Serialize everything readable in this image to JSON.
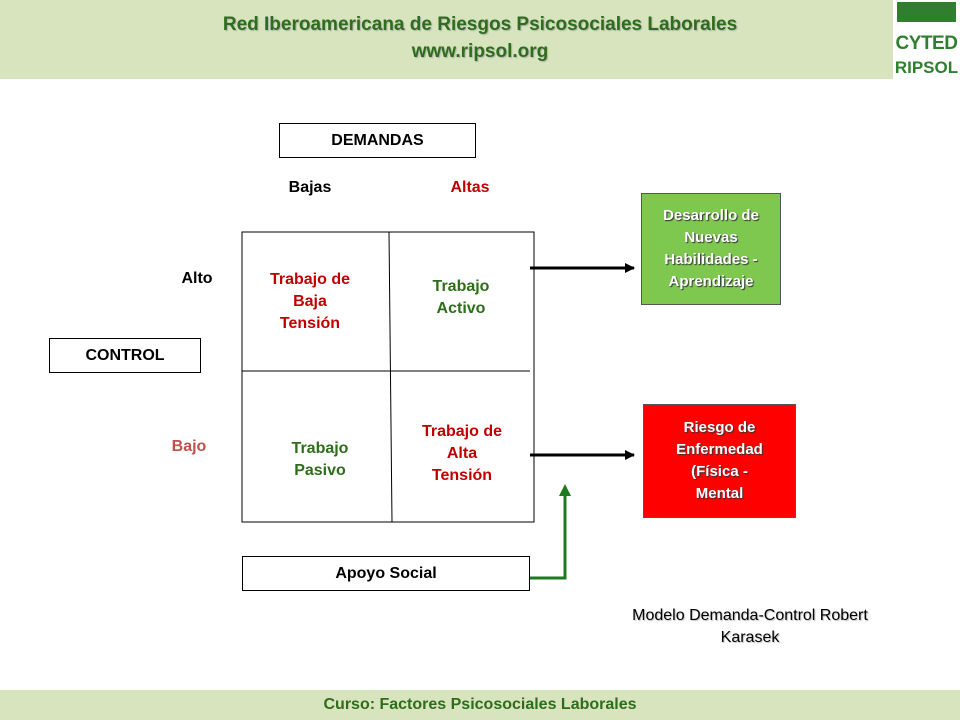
{
  "header": {
    "title": "Red Iberoamericana de Riesgos Psicosociales Laborales",
    "url": "www.ripsol.org"
  },
  "logo": {
    "top_text": "CYTED",
    "bottom_text": "RIPSOL"
  },
  "diagram": {
    "demandas_label": "DEMANDAS",
    "demandas_low": "Bajas",
    "demandas_high": "Altas",
    "control_label": "CONTROL",
    "control_high": "Alto",
    "control_low": "Bajo",
    "quadrants": {
      "top_left": [
        "Trabajo de",
        "Baja",
        "Tensión"
      ],
      "top_right": [
        "Trabajo",
        "Activo"
      ],
      "bottom_left": [
        "Trabajo",
        "Pasivo"
      ],
      "bottom_right": [
        "Trabajo de",
        "Alta",
        "Tensión"
      ]
    },
    "apoyo_social": "Apoyo Social",
    "outcome_top": [
      "Desarrollo de",
      "Nuevas",
      "Habilidades -",
      "Aprendizaje"
    ],
    "outcome_bottom": [
      "Riesgo de",
      "Enfermedad",
      "(Física -",
      "Mental"
    ],
    "caption": [
      "Modelo Demanda-Control Robert",
      "Karasek"
    ]
  },
  "footer": {
    "text": "Curso: Factores Psicosociales Laborales"
  },
  "colors": {
    "header_bg": "#d7e4bd",
    "green_text": "#2e6d1b",
    "red_text": "#c00000",
    "bajo_text": "#c0504d",
    "outcome_top_bg": "#7ec850",
    "outcome_bottom_bg": "#ff0000",
    "arrow_green": "#1e7a1e"
  }
}
